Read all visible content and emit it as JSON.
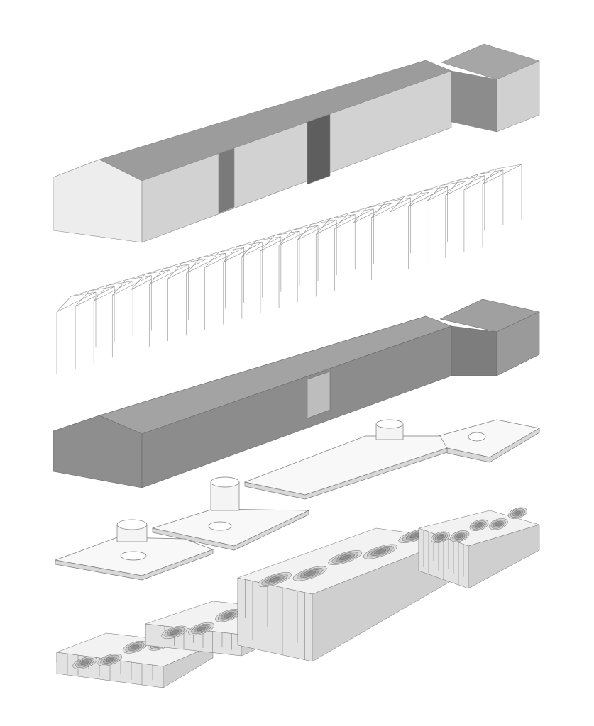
{
  "diagram": {
    "type": "exploded-axonometric",
    "layers": [
      "envelope",
      "structural-frame",
      "inner-volume",
      "floor-slabs",
      "terrain-foundation"
    ]
  },
  "colors": {
    "background": "#ffffff",
    "roof_light": "#c9c9c9",
    "roof_dark": "#9a9a9a",
    "wall_light": "#d6d6d6",
    "wall_gable": "#ececec",
    "recess": "#6e6e6e",
    "inner_dark": "#8a8a8a",
    "inner_roof": "#a8a8a8",
    "slab": "#f7f7f7",
    "line": "#777777"
  }
}
